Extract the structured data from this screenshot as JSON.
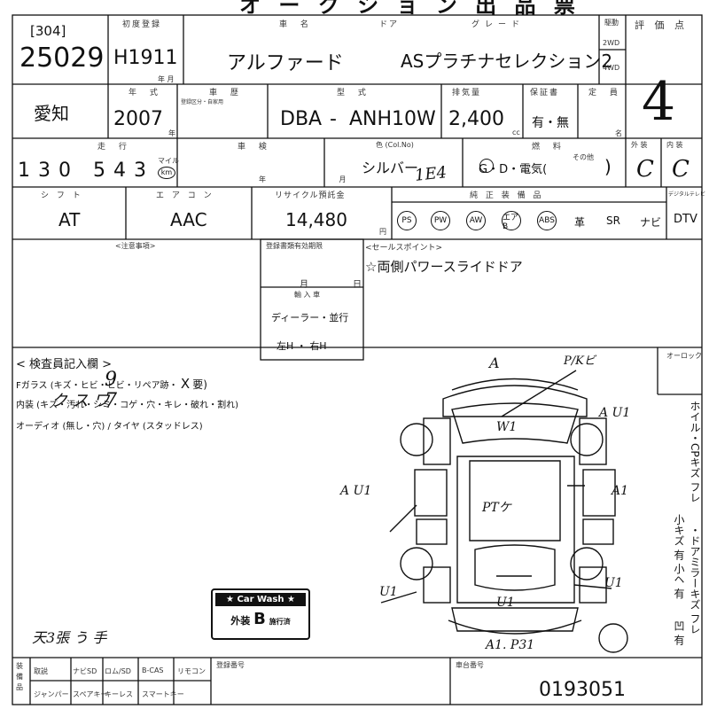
{
  "header": {
    "title": "オ ー ク シ ョ ン 出 品 票"
  },
  "lot": {
    "code": "[304]",
    "number": "25029"
  },
  "first_reg": {
    "label": "初度登録",
    "value": "H1911",
    "unit": "年 月"
  },
  "car_name": {
    "label": "車 名",
    "value": "アルファード"
  },
  "door_label": "ドア",
  "grade": {
    "label": "グレード",
    "value": "ASプラチナセレクション2"
  },
  "drive": {
    "label": "駆動",
    "opt1": "2WD",
    "opt2": "4WD"
  },
  "rating": {
    "label": "評 価 点",
    "value": "4"
  },
  "region": "愛知",
  "year": {
    "label": "年 式",
    "value": "2007",
    "unit": "年"
  },
  "chassis_label": "車 歴",
  "chassis_sub": "登録区分・自家用",
  "model": {
    "label": "型 式",
    "prefix": "DBA",
    "dash": "-",
    "value": "ANH10W"
  },
  "displacement": {
    "label": "排気量",
    "value": "2,400",
    "unit": "cc"
  },
  "warranty": {
    "label": "保証書",
    "value": "有・無"
  },
  "capacity": {
    "label": "定 員",
    "unit": "名"
  },
  "mileage": {
    "label": "走 行",
    "value": "130 543",
    "unit_top": "マイル",
    "unit": "km"
  },
  "inspection": {
    "label": "車 検",
    "unit": "年 月"
  },
  "color": {
    "label": "色 (Col.No)",
    "value": "シルバー",
    "code": "1E4"
  },
  "fuel": {
    "label": "燃 料",
    "value": "G・D・電気(",
    "other": "その他",
    "close": ")"
  },
  "exterior": {
    "label": "外 装",
    "value": "C"
  },
  "interior": {
    "label": "内 装",
    "value": "C"
  },
  "shift": {
    "label": "シ フ ト",
    "value": "AT"
  },
  "aircon": {
    "label": "エ ア コ ン",
    "value": "AAC"
  },
  "recycle": {
    "label": "リサイクル預託金",
    "value": "14,480",
    "unit": "円"
  },
  "equipment": {
    "label": "純 正 装 備 品",
    "items": [
      "PS",
      "PW",
      "AW",
      "エアB",
      "ABS",
      "革",
      "SR",
      "ナビ"
    ],
    "circled": [
      true,
      true,
      true,
      true,
      true,
      false,
      false,
      false
    ],
    "extra_label": "デジタルテレビ",
    "extra": "DTV"
  },
  "notes_label": "<注意事項>",
  "inspect_expire": {
    "label": "登録書類有効期限",
    "unit_m": "月",
    "unit_d": "日"
  },
  "import_label": "輸 入 車",
  "import_value": "ディーラー・並行",
  "handle": "左H ・ 右H",
  "sales_point": {
    "label": "<セールスポイント>",
    "value": "☆両側パワースライドドア"
  },
  "inspector": {
    "label": "< 検査員記入欄 >",
    "line1": "Fガラス (キズ・ヒビ・ヒビ・リペア跡・",
    "line1_x": "X",
    "line1_end": "要)",
    "line2": "内装 (キズ・汚れ・シミ・コゲ・穴・キレ・破れ・割れ)",
    "line3": "オーディオ (無し・穴) / タイヤ (スタッドレス)",
    "hand1": "ク ス ワ",
    "hand2": "9",
    "hand3": "7",
    "sign": "天3張 う 手"
  },
  "odometer_label": "オーロック",
  "right_vertical": {
    "col1": "ホイル・CPキズ フレ",
    "col2": "・ドアミラーキズ フレ",
    "col3": "小キズ 有 小ヘ 有",
    "col4": "凹 有"
  },
  "car_marks": {
    "a_top": "A",
    "p_top": "P/Kビ",
    "w": "W1",
    "au1_r": "A U1",
    "au1_l": "A U1",
    "a1_r": "A1",
    "pt": "PTケ",
    "u1_l": "U1",
    "u1_c": "U1",
    "u1_r": "U1",
    "a1p31": "A1. P31"
  },
  "carwash": {
    "title": "★ Car Wash ★",
    "label": "外装",
    "grade": "B",
    "suffix": "施行済"
  },
  "bottom": {
    "side_label": "装 備 品",
    "row1": [
      "取説",
      "ナビSD",
      "ロム/SD",
      "B-CAS",
      "リモコン"
    ],
    "row2": [
      "ジャンパー",
      "スペアキー",
      "キーレス",
      "スマートキー"
    ],
    "reg_label": "登録番号",
    "frame_label": "車台番号",
    "frame_value": "0193051"
  }
}
